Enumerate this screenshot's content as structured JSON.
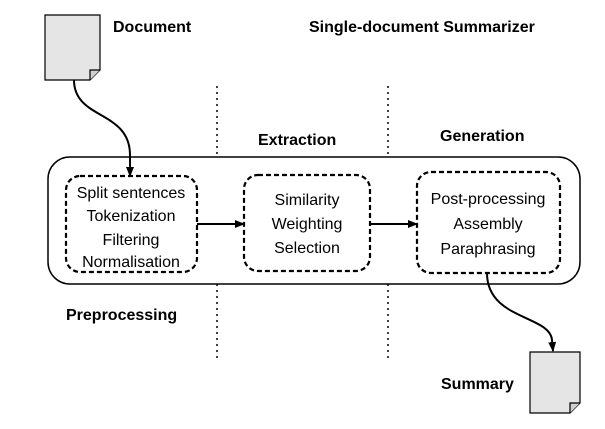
{
  "title": "Single-document Summarizer",
  "input": {
    "label": "Document"
  },
  "output": {
    "label": "Summary"
  },
  "stages": [
    {
      "name": "Preprocessing",
      "steps": [
        "Split sentences",
        "Tokenization",
        "Filtering",
        "Normalisation"
      ]
    },
    {
      "name": "Extraction",
      "steps": [
        "Similarity",
        "Weighting",
        "Selection"
      ]
    },
    {
      "name": "Generation",
      "steps": [
        "Post-processing",
        "Assembly",
        "Paraphrasing"
      ]
    }
  ]
}
